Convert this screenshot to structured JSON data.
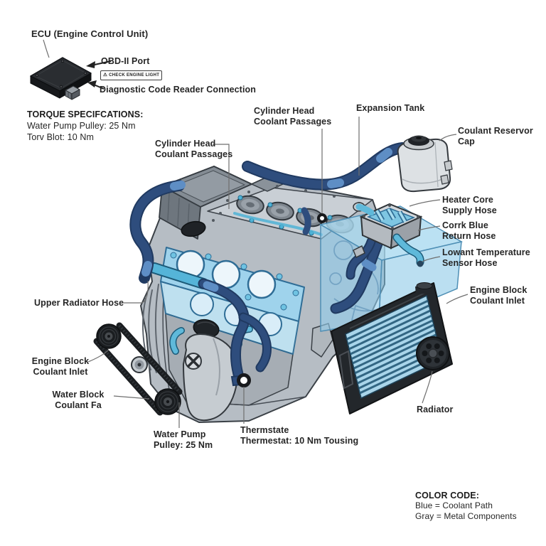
{
  "ecu_section": {
    "label": "ECU (Engine Control Unit)",
    "obd_label": "OBD-II Port",
    "badge": "CHECK ENGINE LIGHT",
    "diagnostic_label": "Diagnostic Code Reader Connection"
  },
  "torque_specs": {
    "title": "TORQUE SPECIFCATIONS:",
    "line1": "Water Pump Pulley: 25 Nm",
    "line2": "Torv Blot: 10 Nm"
  },
  "component_labels": {
    "cylinder_head_left": "Cylinder Head\nCoulant Passages",
    "cylinder_head_top": "Cylinder Head\nCoolant Passages",
    "expansion_tank": "Expansion Tank",
    "coolant_reservoir_cap": "Coulant Reservor\nCap",
    "heater_core_supply": "Heater Core\nSupply Hose",
    "cork_blue_return": "Corrk Blue\nReturn Hose",
    "coolant_temp_sensor": "Lowant Temperature\nSensor Hose",
    "engine_block_inlet_right": "Engine Block\nCoulant Inlet",
    "upper_radiator_hose": "Upper Radiator Hose",
    "engine_block_inlet_left": "Engine Block\nCoulant Inlet",
    "water_block": "Water Block\nCoulant Fa",
    "water_pump": "Water Pump\nPulley: 25 Nm",
    "thermostat": "Thermstate\nThermestat: 10 Nm Tousing",
    "radiator": "Radiator"
  },
  "color_code": {
    "title": "COLOR CODE:",
    "blue_line": "Blue = Coolant Path",
    "gray_line": "Gray = Metal Components"
  },
  "icons": {
    "warning": "⚠"
  },
  "colors": {
    "coolant_path_blue": "#2e4d7d",
    "light_coolant_blue": "#5fb9da",
    "metal_gray": "#b6bdc4",
    "overlay_blue": "#9fd3ec",
    "text": "#262626"
  }
}
